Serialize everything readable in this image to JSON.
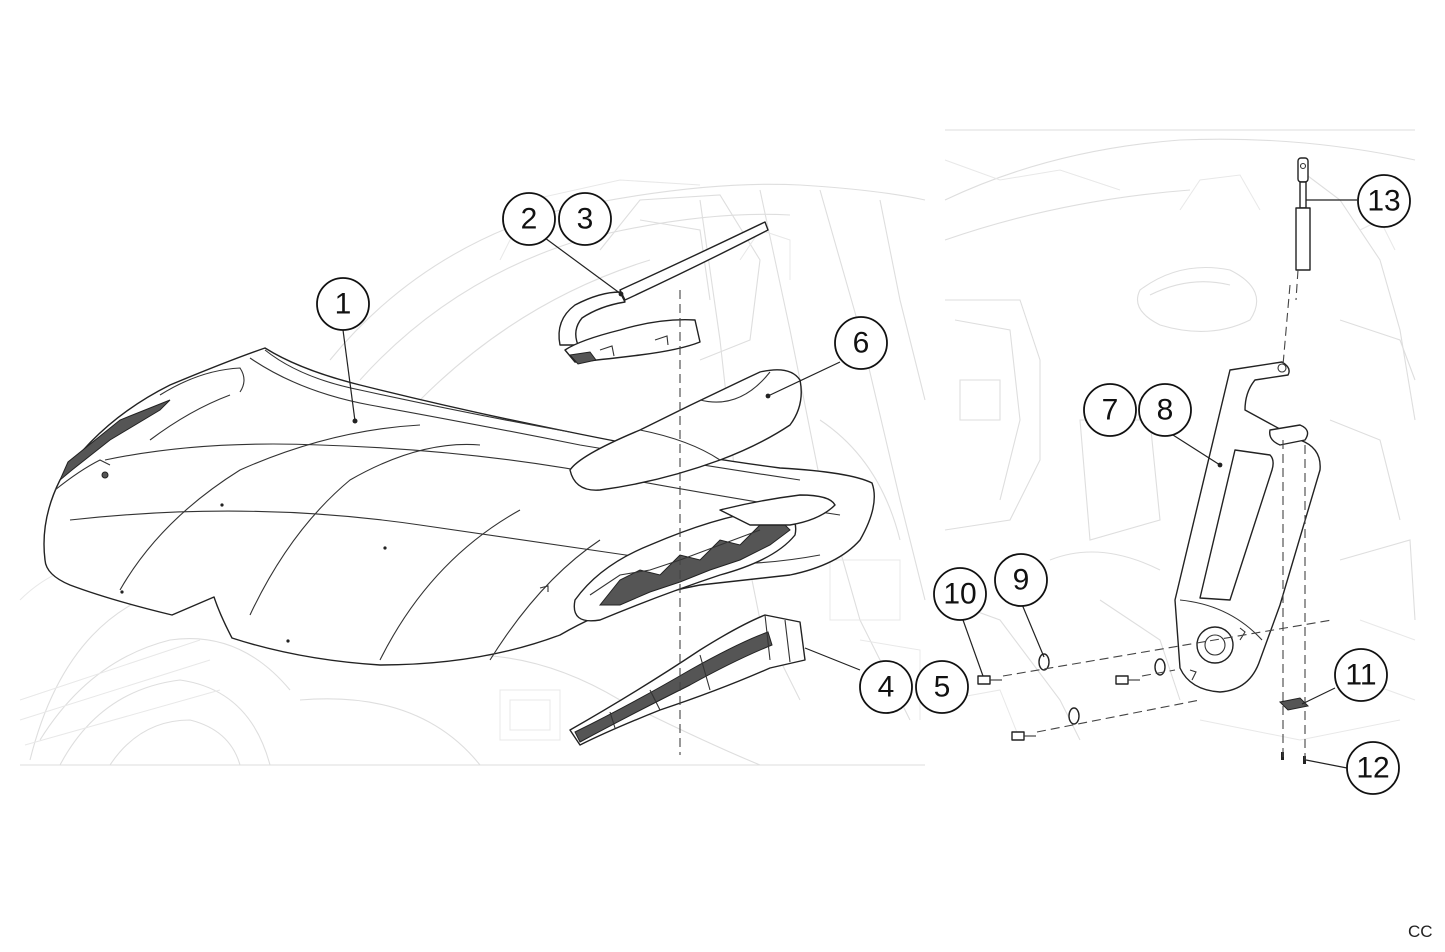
{
  "figure": {
    "callouts": [
      {
        "id": "c1",
        "label": "1"
      },
      {
        "id": "c2",
        "label": "2"
      },
      {
        "id": "c3",
        "label": "3"
      },
      {
        "id": "c4",
        "label": "4"
      },
      {
        "id": "c5",
        "label": "5"
      },
      {
        "id": "c6",
        "label": "6"
      },
      {
        "id": "c7",
        "label": "7"
      },
      {
        "id": "c8",
        "label": "8"
      },
      {
        "id": "c9",
        "label": "9"
      },
      {
        "id": "c10",
        "label": "10"
      },
      {
        "id": "c11",
        "label": "11"
      },
      {
        "id": "c12",
        "label": "12"
      },
      {
        "id": "c13",
        "label": "13"
      }
    ],
    "corner_mark": "CC"
  }
}
